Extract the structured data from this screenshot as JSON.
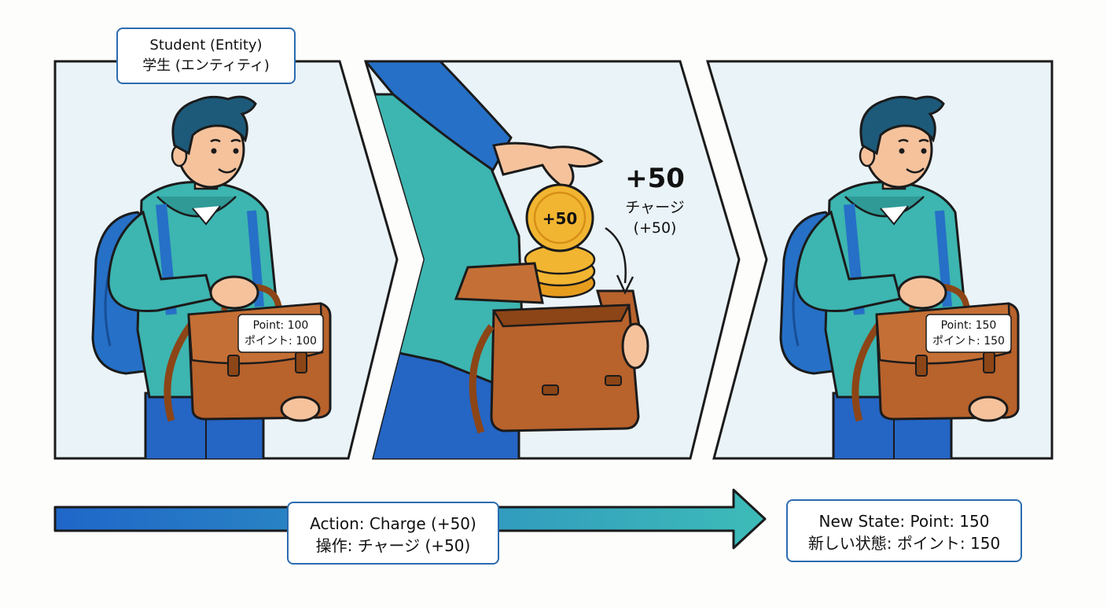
{
  "entity_label": {
    "line1": "Student (Entity)",
    "line2": "学生 (エンティティ)"
  },
  "panel1": {
    "tag_line1": "Point: 100",
    "tag_line2": "ポイント: 100"
  },
  "panel2": {
    "coin_text": "+50",
    "charge_big": "+50",
    "charge_jp": "チャージ",
    "charge_paren": "(+50)"
  },
  "panel3": {
    "tag_line1": "Point: 150",
    "tag_line2": "ポイント: 150"
  },
  "action_label": {
    "line1": "Action: Charge (+50)",
    "line2": "操作: チャージ (+50)"
  },
  "state_label": {
    "line1": "New State: Point: 150",
    "line2": "新しい状態: ポイント: 150"
  },
  "colors": {
    "panel_bg": "#eaf3f8",
    "hoodie": "#3db5b0",
    "backpack": "#2670c7",
    "bag": "#b8622c",
    "coin": "#f2b531",
    "arrow_start": "#1f66c9",
    "arrow_end": "#3dbcb8",
    "border_blue": "#2b6cb0"
  }
}
